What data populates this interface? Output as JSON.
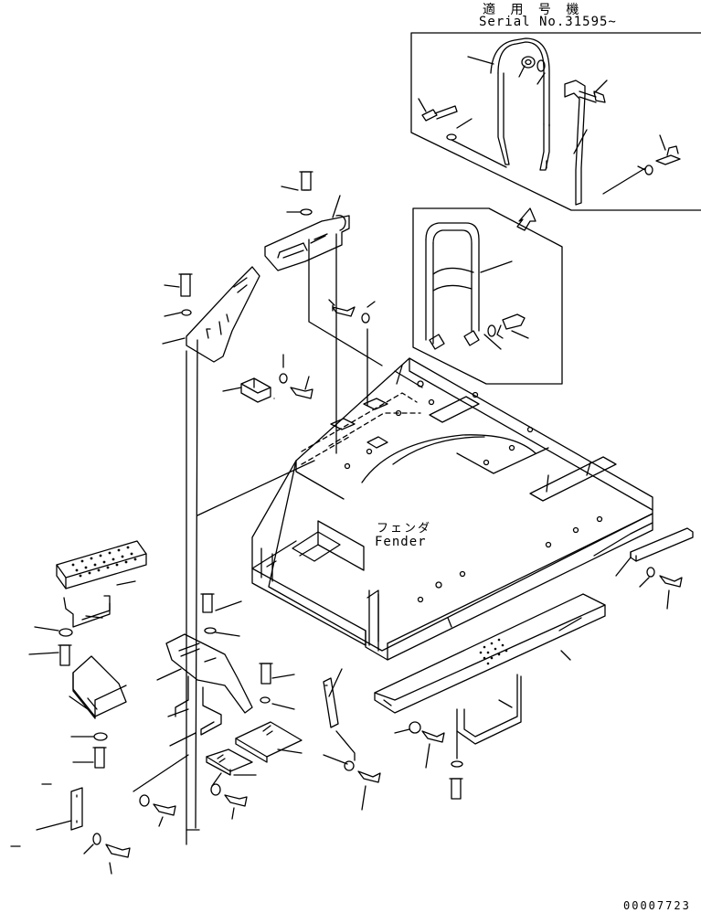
{
  "header": {
    "applicable_label": "適 用 号 機",
    "serial_label": "Serial No.31595~"
  },
  "fender_label_jp": "フェンダ",
  "fender_label_en": "Fender",
  "drawing_number": "00007723"
}
